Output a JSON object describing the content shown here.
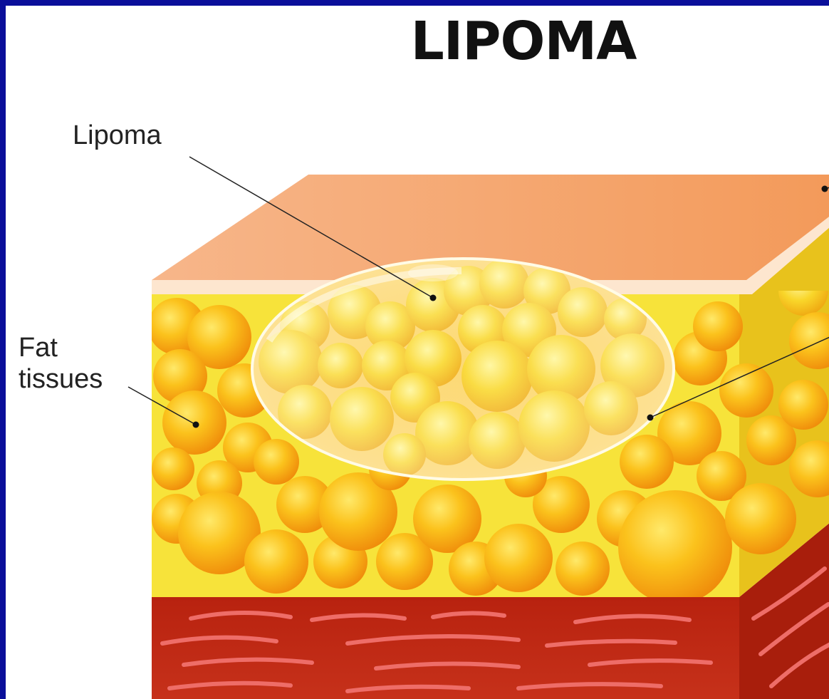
{
  "title": "LIPOMA",
  "labels": {
    "lipoma": "Lipoma",
    "fat_line1": "Fat",
    "fat_line2": "tissues"
  },
  "colors": {
    "frame": "#0a0f9a",
    "skin": "#f6a06a",
    "fat": "#f9b81a",
    "fat_background": "#f7e33a",
    "muscle": "#c42a16",
    "muscle_fiber": "#ee6d68"
  }
}
